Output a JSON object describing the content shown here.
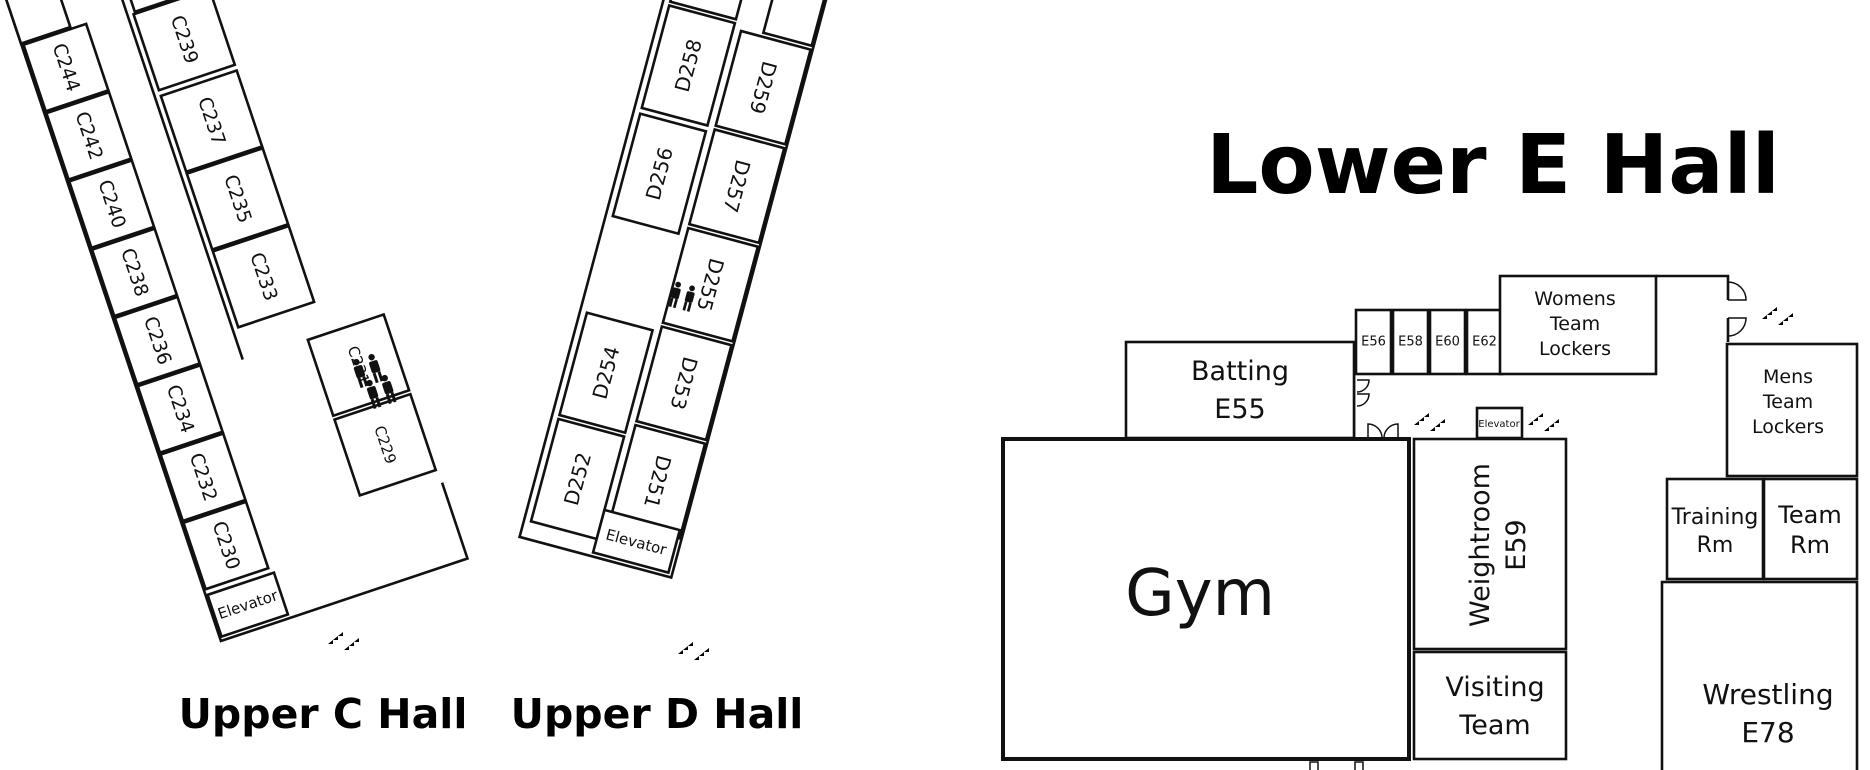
{
  "titles": {
    "upper_c": "Upper C Hall",
    "upper_d": "Upper D Hall",
    "lower_e": "Lower E Hall"
  },
  "upper_c": {
    "left_rooms": [
      "C244",
      "C242",
      "C240",
      "C238",
      "C236",
      "C234",
      "C232",
      "C230"
    ],
    "right_rooms": [
      "C239",
      "C237",
      "C235",
      "C233",
      "C231",
      "C229"
    ],
    "elevator": "Elevator",
    "restroom_icon": "restroom-icon",
    "stairs_icon": "stairs-icon"
  },
  "upper_d": {
    "left_rooms": [
      "D258",
      "D256",
      "D254",
      "D252"
    ],
    "right_rooms": [
      "D259",
      "D257",
      "D255",
      "D253",
      "D251"
    ],
    "elevator": "Elevator",
    "restroom_icon": "restroom-icon",
    "stairs_icon": "stairs-icon"
  },
  "lower_e": {
    "small_rooms": [
      "E56",
      "E58",
      "E60",
      "E62"
    ],
    "womens_lockers": [
      "Womens",
      "Team",
      "Lockers"
    ],
    "mens_lockers": [
      "Mens",
      "Team",
      "Lockers"
    ],
    "batting": [
      "Batting",
      "E55"
    ],
    "gym": "Gym",
    "weightroom": [
      "Weightroom",
      "E59"
    ],
    "visiting": [
      "Visiting",
      "Team"
    ],
    "training": [
      "Training",
      "Rm"
    ],
    "team_rm": [
      "Team",
      "Rm"
    ],
    "wrestling": [
      "Wrestling",
      "E78"
    ],
    "elevator": "Elevator",
    "stairs_icon": "stairs-icon",
    "door_icon": "door-icon"
  }
}
